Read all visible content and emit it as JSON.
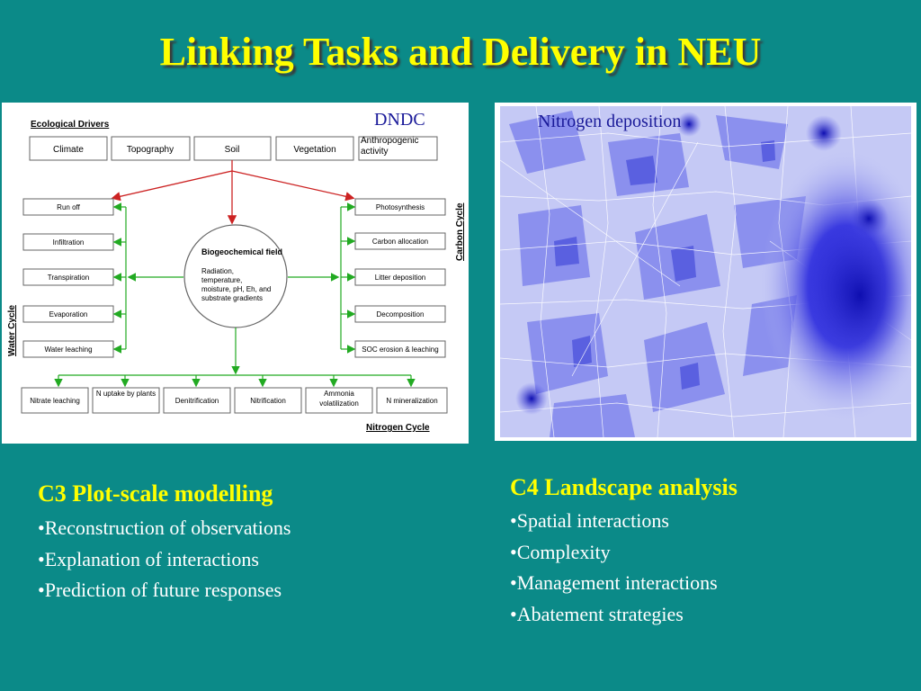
{
  "title": "Linking Tasks and Delivery in NEU",
  "diagram": {
    "caption": "DNDC",
    "ecological_drivers_label": "Ecological Drivers",
    "drivers": [
      "Climate",
      "Topography",
      "Soil",
      "Vegetation",
      "Anthropogenic activity"
    ],
    "water_cycle_label": "Water Cycle",
    "water_processes": [
      "Run off",
      "Infiltration",
      "Transpiration",
      "Evaporation",
      "Water leaching"
    ],
    "carbon_cycle_label": "Carbon Cycle",
    "carbon_processes": [
      "Photosynthesis",
      "Carbon allocation",
      "Litter deposition",
      "Decomposition",
      "SOC erosion & leaching"
    ],
    "center": {
      "title": "Biogeochemical field",
      "lines": [
        "Radiation,",
        "temperature,",
        "moisture, pH, Eh, and",
        "substrate gradients"
      ]
    },
    "nitrogen_cycle_label": "Nitrogen Cycle",
    "nitrogen_processes": [
      "Nitrate leaching",
      "N uptake by plants",
      "Denitrification",
      "Nitrification",
      "Ammonia volatilization",
      "N mineralization"
    ]
  },
  "map": {
    "caption": "Nitrogen deposition"
  },
  "c3": {
    "heading": "C3 Plot-scale modelling",
    "bullets": [
      "Reconstruction of observations",
      "Explanation of interactions",
      "Prediction of future responses"
    ]
  },
  "c4": {
    "heading": "C4 Landscape analysis",
    "bullets": [
      "Spatial interactions",
      "Complexity",
      "Management interactions",
      "Abatement strategies"
    ]
  },
  "colors": {
    "background": "#0b8a88",
    "title": "#ffff00",
    "caption": "#1a1a99",
    "arrow_red": "#cc2222",
    "arrow_green": "#22aa22"
  }
}
